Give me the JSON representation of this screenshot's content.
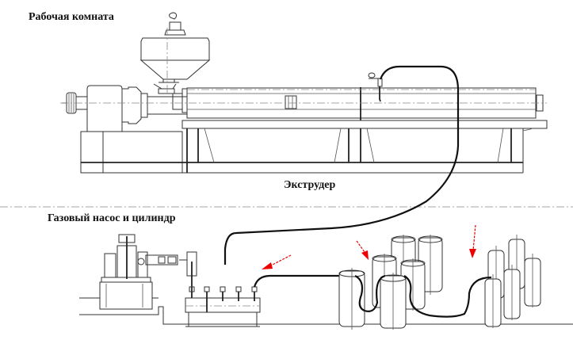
{
  "labels": {
    "work_room": "Рабочая комната",
    "extruder": "Экструдер",
    "gas_pump_cylinder": "Газовый насос и цилиндр"
  },
  "colors": {
    "line": "#333333",
    "hose": "#111111",
    "arrow": "#ee0000",
    "divider": "#888888"
  }
}
